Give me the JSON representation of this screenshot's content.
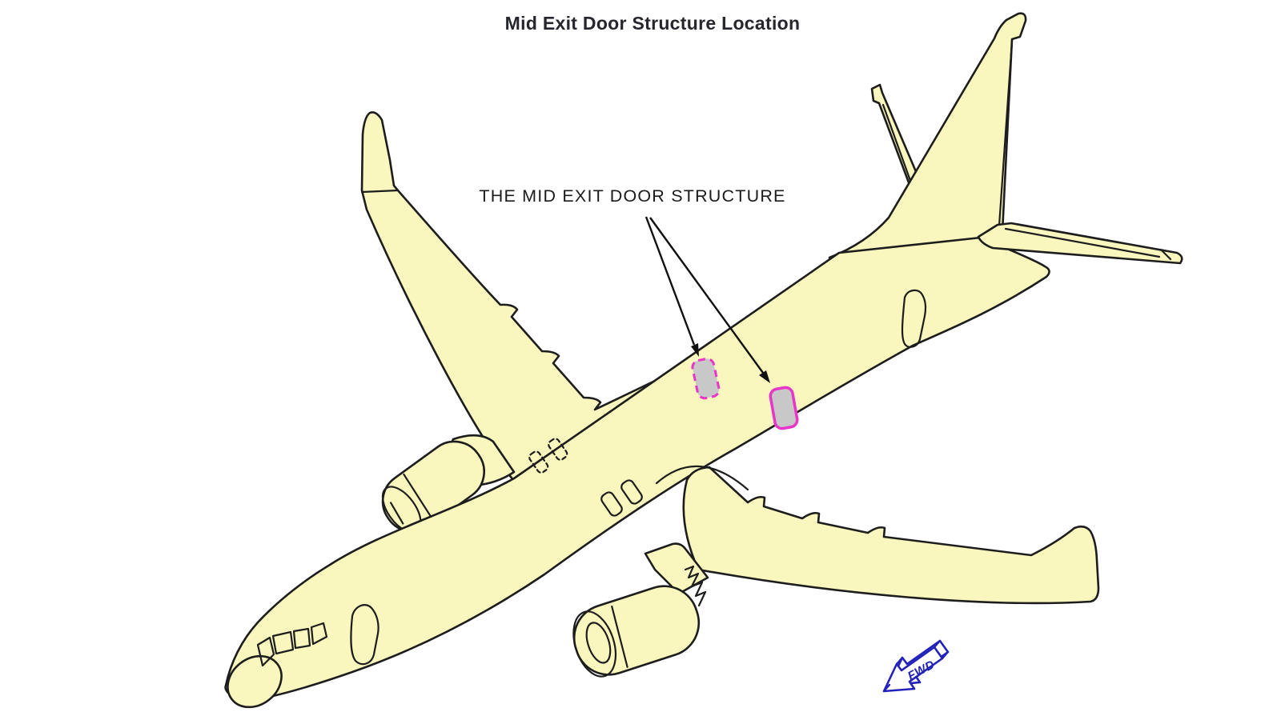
{
  "title": "Mid Exit Door Structure Location",
  "annotation": {
    "label": "THE MID EXIT DOOR STRUCTURE",
    "arrow_count": 2
  },
  "direction_indicator": {
    "label": "FWD"
  },
  "diagram": {
    "subject": "single-aisle twin-engine airliner, isometric view, nose at lower left, tail at upper right",
    "highlights": [
      {
        "name": "mid exit door structure (far side)",
        "outline": "dashed magenta",
        "fill": "gray"
      },
      {
        "name": "mid exit door structure (near side)",
        "outline": "solid magenta",
        "fill": "gray"
      }
    ]
  },
  "colors": {
    "airframe": "#F9F6BE",
    "outline": "#1d1d1d",
    "magenta": "#E736C9",
    "door_fill": "#C8C8C8",
    "fwd_blue": "#2222BB",
    "background": "#FFFFFF"
  }
}
